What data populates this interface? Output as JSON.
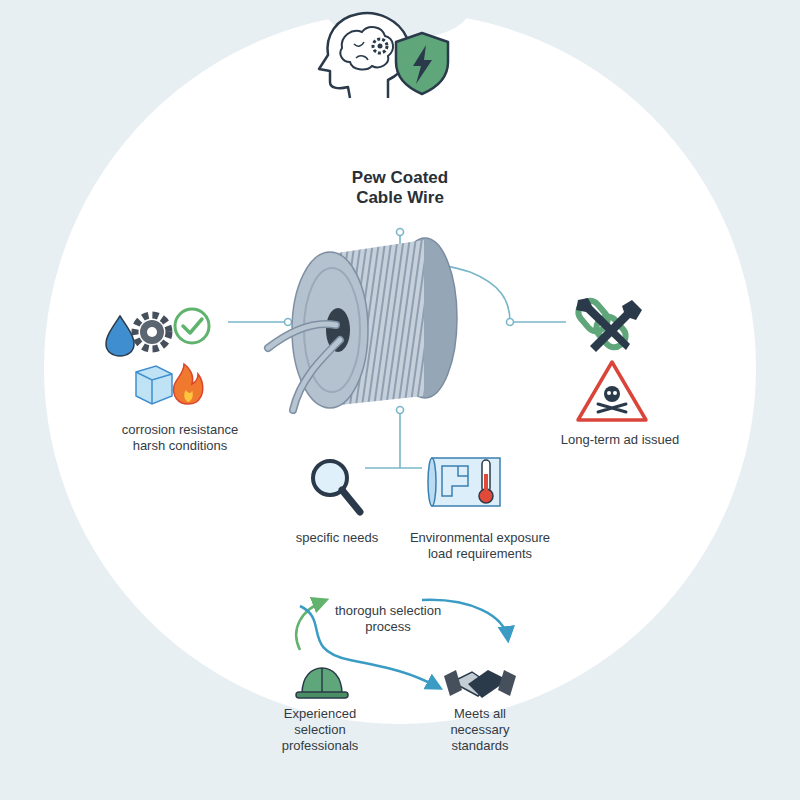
{
  "diagram": {
    "title": "Pew Coated Cable Wire",
    "labels": [
      "corrosion resistance harsh conditions",
      "Long-term ad issued",
      "specific needs",
      "Environmental exposure load requirements",
      "thoroguh selection process",
      "Experienced selection professionals",
      "Meets all necessary standards"
    ]
  }
}
